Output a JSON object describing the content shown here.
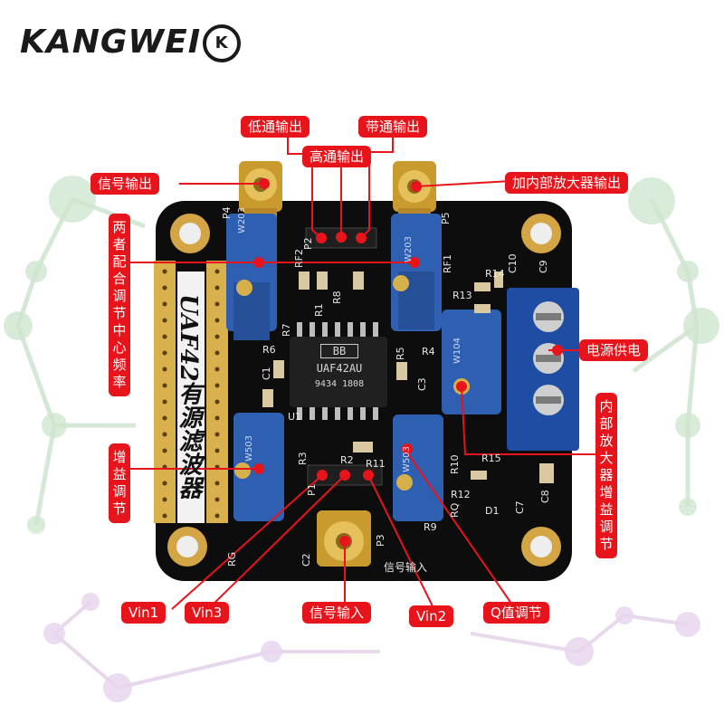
{
  "brand": {
    "text": "KANGWEI",
    "mark": "K"
  },
  "labels": {
    "low_pass_out": "低通输出",
    "band_pass_out": "带通输出",
    "high_pass_out": "高通输出",
    "signal_out": "信号输出",
    "internal_amp_out": "加内部放大器输出",
    "center_freq": "两者配合调节中心频率",
    "power": "电源供电",
    "internal_gain": "内部放大器增益调节",
    "gain_adjust": "增益调节",
    "vin1": "Vin1",
    "vin3": "Vin3",
    "signal_in": "信号输入",
    "vin2": "Vin2",
    "q_adjust": "Q值调节"
  },
  "board": {
    "title": "UAF42有源滤波器",
    "chip_marking": [
      "UAF42AU",
      "9434 1808"
    ],
    "chip_logo": "BB",
    "silk_signal_in": "信号输入",
    "pot_markings": [
      "W203",
      "W203",
      "W503",
      "W503",
      "W104"
    ],
    "silk_labels": [
      "RF2",
      "RF1",
      "RG",
      "RQ",
      "R14",
      "C10",
      "C9",
      "R13",
      "R15",
      "R12",
      "D1",
      "C8",
      "C7",
      "R1",
      "R2",
      "R3",
      "R4",
      "R5",
      "R6",
      "R7",
      "R8",
      "R9",
      "R10",
      "R11",
      "P1",
      "P2",
      "P3",
      "P4",
      "P5",
      "C1",
      "C2",
      "C3",
      "U1"
    ]
  }
}
